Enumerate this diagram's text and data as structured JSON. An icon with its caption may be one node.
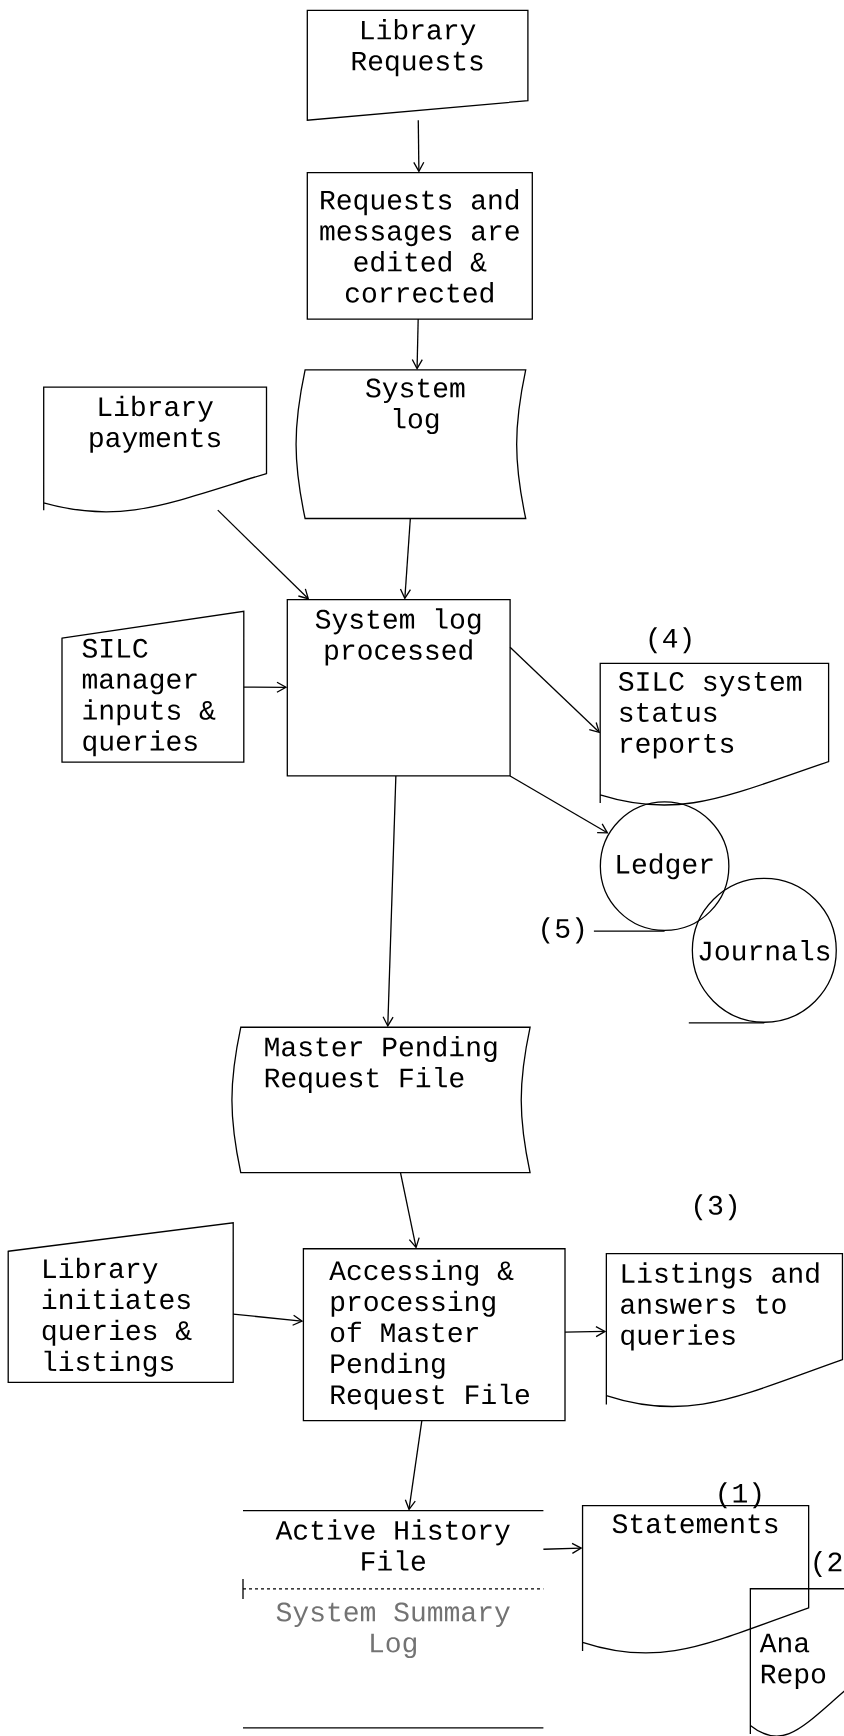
{
  "diagram": {
    "nodes": [
      {
        "text": [
          "Library Requests"
        ]
      },
      {
        "text": [
          "Requests and messages are edited & corrected"
        ]
      },
      {
        "text": [
          "Library payments"
        ]
      },
      {
        "text": [
          "System log"
        ]
      },
      {
        "text": [
          "SILC manager inputs & queries"
        ]
      },
      {
        "text": [
          "System log processed"
        ]
      },
      {
        "text": [
          "SILC system status reports"
        ],
        "beside": [
          "(4)"
        ]
      },
      {
        "text": [
          "Ledger"
        ],
        "beside": [
          "(5)"
        ]
      },
      {
        "text": [
          "Journals"
        ]
      },
      {
        "text": [
          "Master Pending Request File"
        ]
      },
      {
        "text": [
          "Library initiates queries & listings"
        ]
      },
      {
        "text": [
          "Accessing & processing of Master Pending Request File"
        ]
      },
      {
        "text": [
          "Listings and answers to queries"
        ],
        "beside": [
          "(3)"
        ]
      },
      {
        "text": [
          "Active History File",
          "System Summary Log"
        ]
      },
      {
        "text": [
          "Statements"
        ],
        "beside": [
          "(1)"
        ]
      },
      {
        "text": [
          "Ana Repo"
        ],
        "beside": [
          "(2"
        ]
      }
    ],
    "edges": [
      {
        "from": 0,
        "to": 1,
        "arrow": "to"
      },
      {
        "from": 1,
        "to": 3,
        "arrow": "to"
      },
      {
        "from": 3,
        "to": 5,
        "arrow": "to"
      },
      {
        "from": 2,
        "to": 5,
        "arrow": "to"
      },
      {
        "from": 4,
        "to": 5,
        "arrow": "to"
      },
      {
        "from": 5,
        "to": 6,
        "arrow": "to"
      },
      {
        "from": 5,
        "to": 7,
        "arrow": "to"
      },
      {
        "from": 5,
        "to": 9,
        "arrow": "to"
      },
      {
        "from": 9,
        "to": 11,
        "arrow": "to"
      },
      {
        "from": 10,
        "to": 11,
        "arrow": "to"
      },
      {
        "from": 11,
        "to": 12,
        "arrow": "to"
      },
      {
        "from": 11,
        "to": 13,
        "arrow": "to"
      },
      {
        "from": 13,
        "to": 14,
        "arrow": "to"
      }
    ]
  }
}
